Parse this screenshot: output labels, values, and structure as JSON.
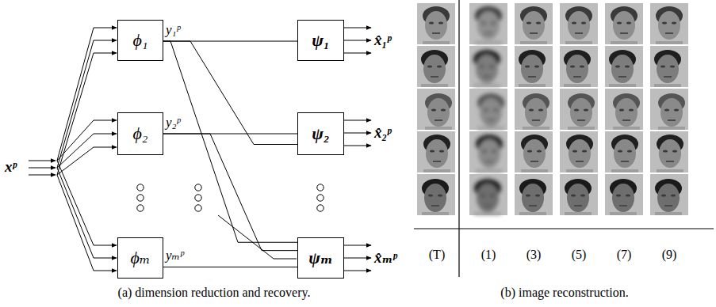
{
  "diagram": {
    "nodes": [
      {
        "text": [
          "ϕ₁"
        ]
      },
      {
        "text": [
          "ϕ₂"
        ]
      },
      {
        "text": [
          "ϕₘ"
        ]
      },
      {
        "text": [
          "ψ₁"
        ]
      },
      {
        "text": [
          "ψ₂"
        ]
      },
      {
        "text": [
          "ψₘ"
        ]
      }
    ],
    "edges": [
      {
        "from": 0,
        "to": 3,
        "arrow": "none"
      },
      {
        "from": 0,
        "to": 4,
        "arrow": "none"
      },
      {
        "from": 0,
        "to": 5,
        "arrow": "none"
      },
      {
        "from": 1,
        "to": 4,
        "arrow": "none"
      },
      {
        "from": 1,
        "to": 5,
        "arrow": "none"
      },
      {
        "from": 2,
        "to": 5,
        "arrow": "none"
      }
    ],
    "labels": [
      "xᵖ",
      "y₁ᵖ",
      "y₂ᵖ",
      "yₘᵖ",
      "x̂₁ᵖ",
      "x̂₂ᵖ",
      "x̂ₘᵖ",
      "(a) dimension reduction and recovery.",
      "(T)",
      "(1)",
      "(3)",
      "(5)",
      "(7)",
      "(9)",
      "(b) image reconstruction."
    ]
  }
}
